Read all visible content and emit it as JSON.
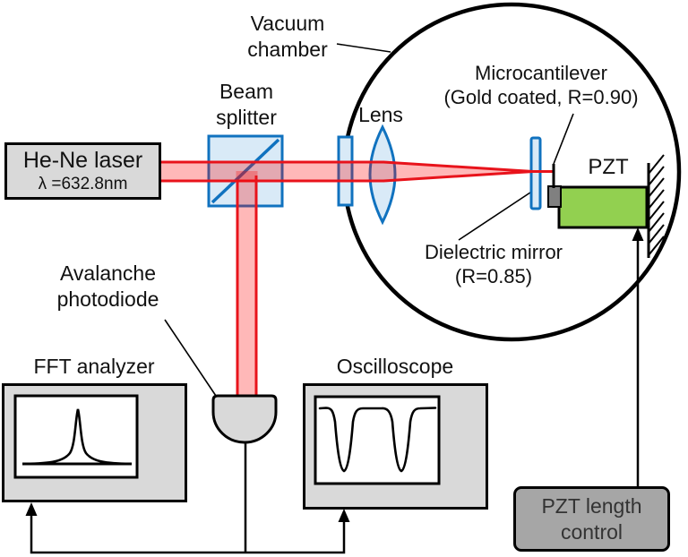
{
  "labels": {
    "vacuum_chamber": "Vacuum\nchamber",
    "beam_splitter": "Beam\nsplitter",
    "laser_name": "He-Ne laser",
    "laser_wavelength": "λ =632.8nm",
    "lens": "Lens",
    "microcantilever": "Microcantilever\n(Gold coated, R=0.90)",
    "pzt": "PZT",
    "dielectric_mirror": "Dielectric mirror\n(R=0.85)",
    "avalanche_photodiode": "Avalanche\nphotodiode",
    "fft_analyzer": "FFT analyzer",
    "oscilloscope": "Oscilloscope",
    "pzt_length_control": "PZT length\ncontrol"
  },
  "colors": {
    "beam_stroke": "#e8131b",
    "beam_fill": "#ff0000",
    "optic_blue": "#1072bf",
    "optic_fill": "#d9eaf7",
    "pzt_green": "#92d050",
    "device_gray": "#d9d9d9",
    "control_gray": "#a6a6a6",
    "holder_gray": "#808080",
    "line_black": "#000000"
  }
}
